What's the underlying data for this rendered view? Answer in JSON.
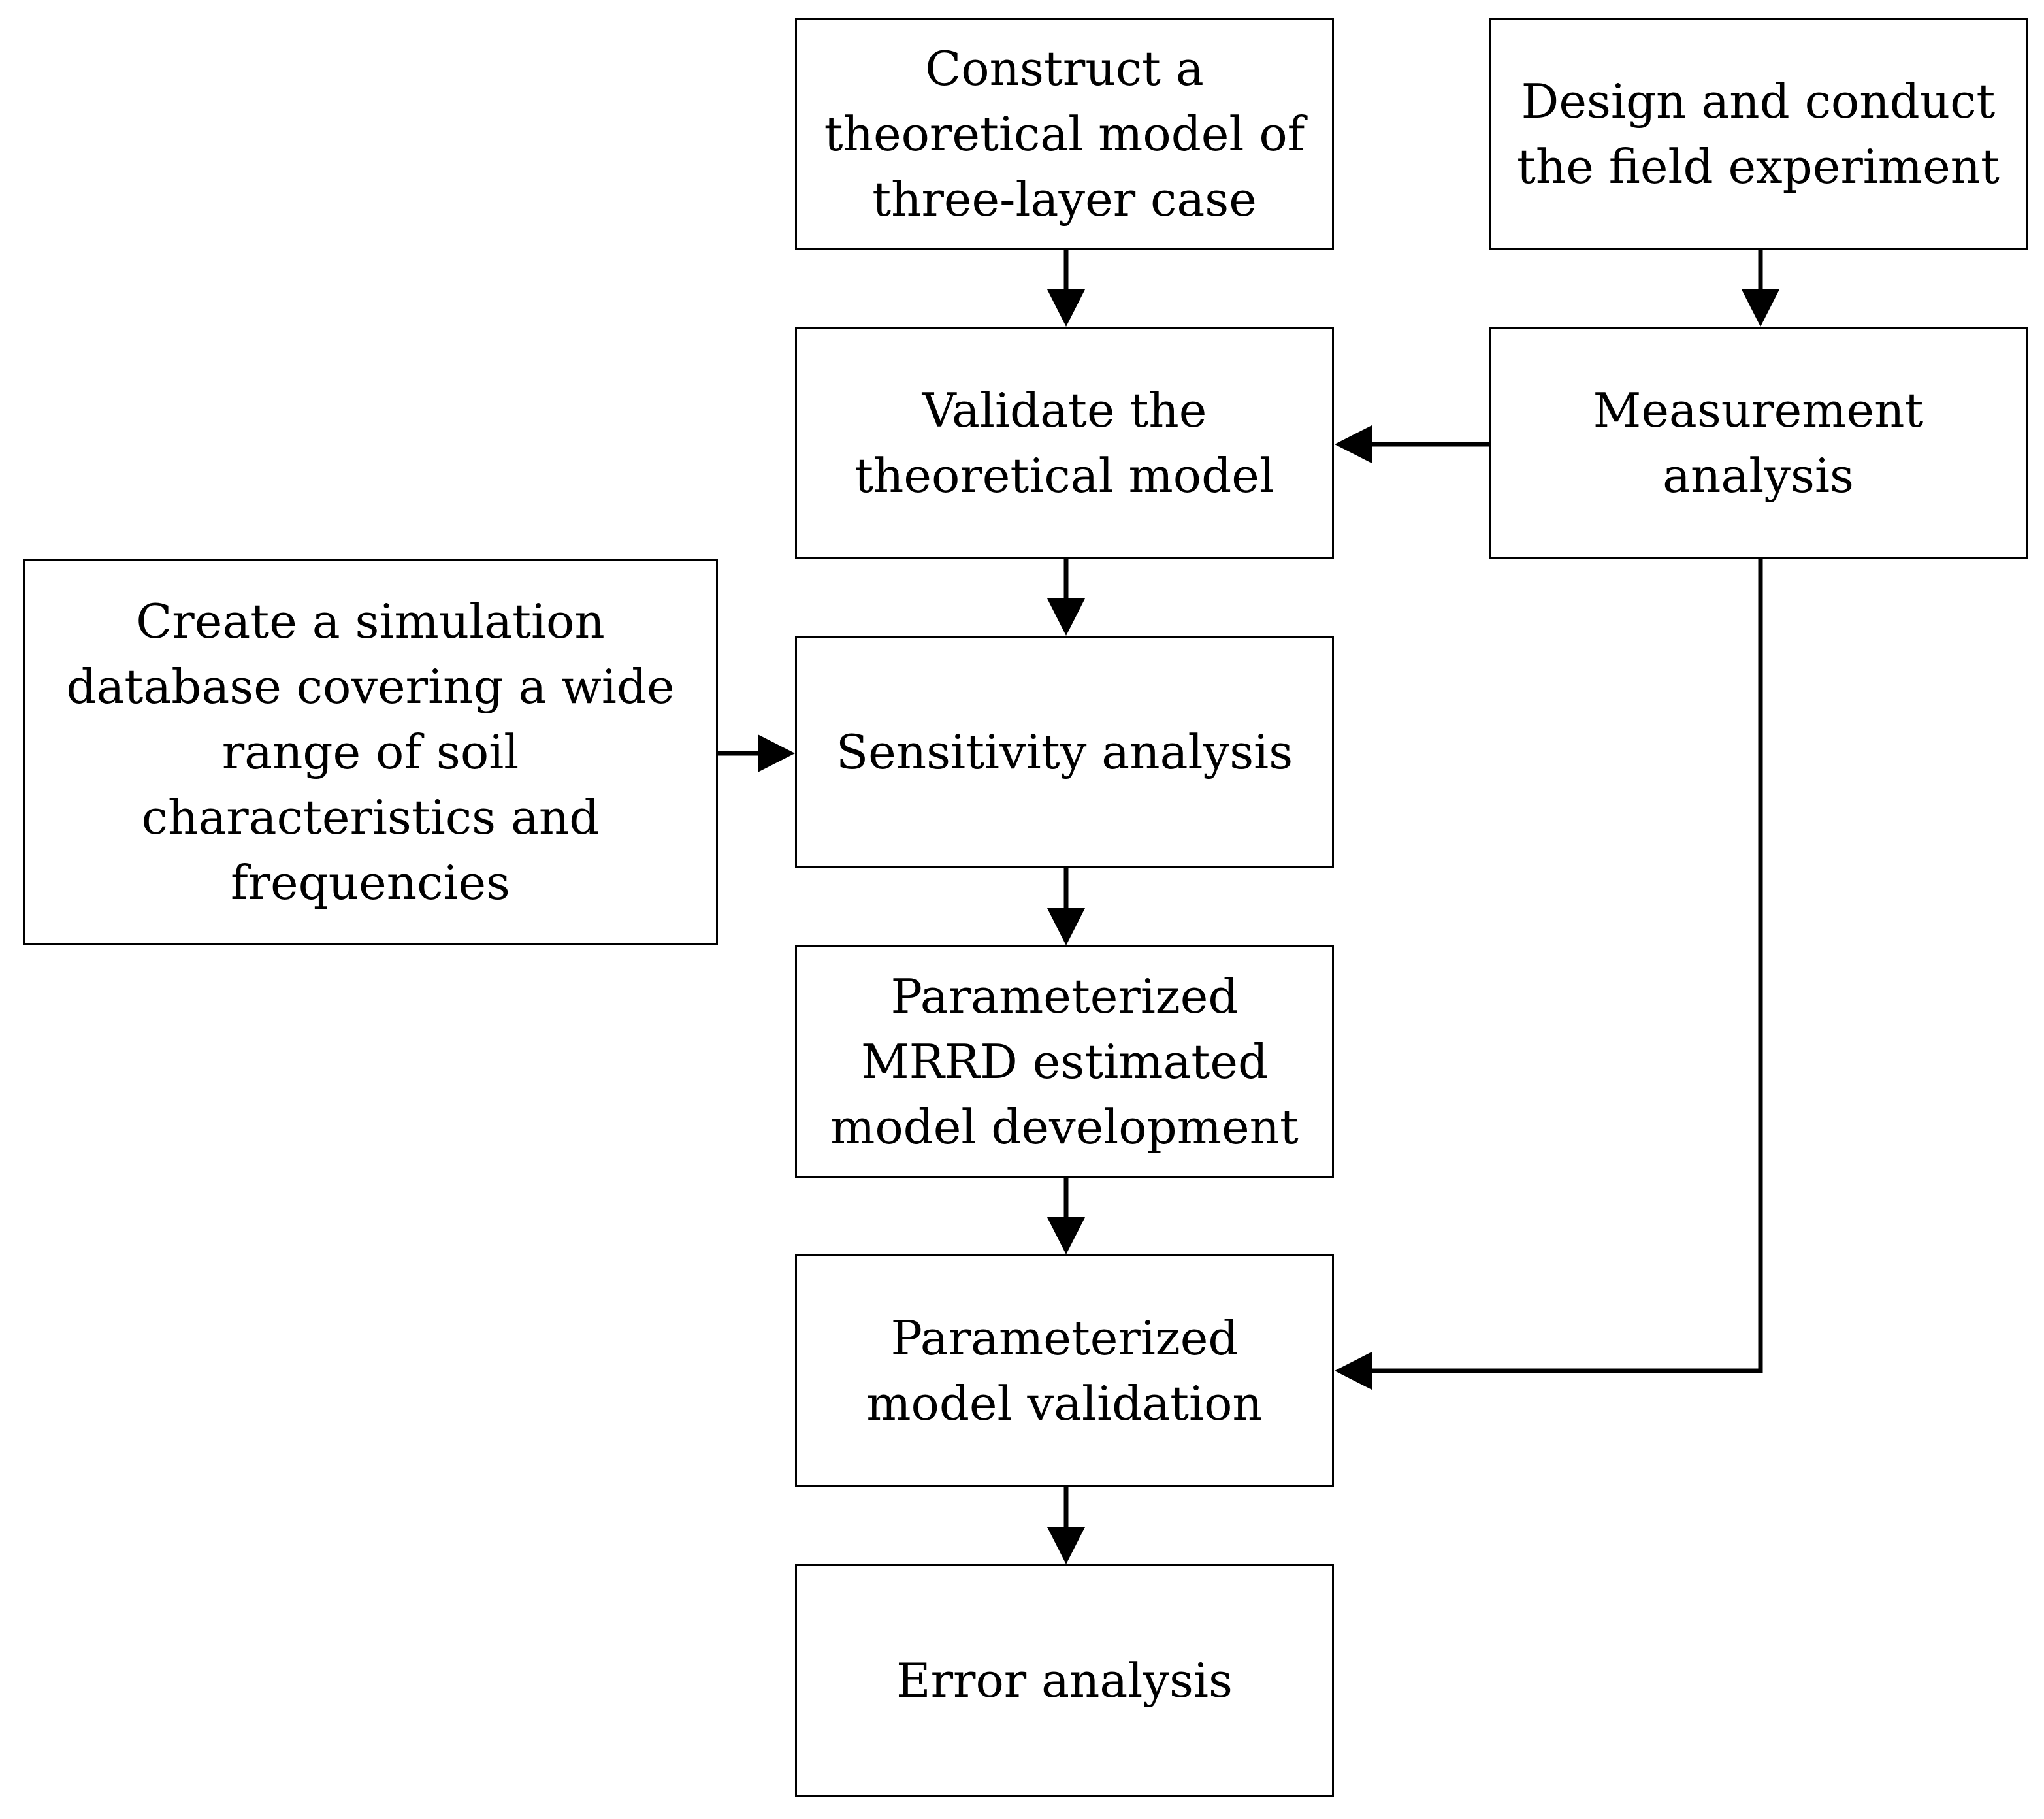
{
  "nodes": {
    "construct_model": "Construct a\ntheoretical model of\nthree-layer case",
    "design_experiment": "Design and conduct\nthe field experiment",
    "validate_model": "Validate the\ntheoretical model",
    "measurement_analysis": "Measurement\nanalysis",
    "simulation_database": "Create a simulation\ndatabase covering a wide\nrange of soil\ncharacteristics and\nfrequencies",
    "sensitivity_analysis": "Sensitivity analysis",
    "parameterized_development": "Parameterized\nMRRD estimated\nmodel development",
    "parameterized_validation": "Parameterized\nmodel validation",
    "error_analysis": "Error analysis"
  },
  "edges": [
    {
      "from": "construct_model",
      "to": "validate_model"
    },
    {
      "from": "design_experiment",
      "to": "measurement_analysis"
    },
    {
      "from": "measurement_analysis",
      "to": "validate_model"
    },
    {
      "from": "validate_model",
      "to": "sensitivity_analysis"
    },
    {
      "from": "simulation_database",
      "to": "sensitivity_analysis"
    },
    {
      "from": "sensitivity_analysis",
      "to": "parameterized_development"
    },
    {
      "from": "parameterized_development",
      "to": "parameterized_validation"
    },
    {
      "from": "measurement_analysis",
      "to": "parameterized_validation"
    },
    {
      "from": "parameterized_validation",
      "to": "error_analysis"
    }
  ]
}
